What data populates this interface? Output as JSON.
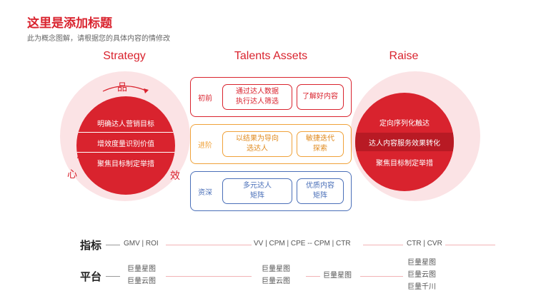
{
  "header": {
    "title": "这里是添加标题",
    "subtitle": "此为概念图解，请根据您的具体内容的情修改"
  },
  "columns": {
    "strategy": "Strategy",
    "talents": "Talents Assets",
    "raise": "Raise"
  },
  "strategy_circle": {
    "chars": {
      "top": "品",
      "left": "心",
      "right": "效"
    },
    "bands": [
      "明确达人营销目标",
      "增效度量识别价值",
      "聚焦目标制定举措"
    ]
  },
  "stages": [
    {
      "label": "初前",
      "items": [
        "通过达人数据\n执行达人筛选",
        "了解好内容"
      ]
    },
    {
      "label": "进阶",
      "items": [
        "以结果为导向\n选达人",
        "敏捷迭代\n探索"
      ]
    },
    {
      "label": "资深",
      "items": [
        "多元达人\n矩阵",
        "优质内容\n矩阵"
      ]
    }
  ],
  "raise_circle": {
    "bands": [
      "定向序列化触达",
      "达人内容服务效果转化",
      "聚焦目标制定举措"
    ]
  },
  "metrics": {
    "label": "指标",
    "values": [
      "GMV | ROI",
      "VV | CPM | CPE -- CPM | CTR",
      "CTR | CVR"
    ]
  },
  "platforms": {
    "label": "平台",
    "groups": [
      "巨量星图\n巨量云图",
      "巨量星图\n巨量云图",
      "巨量星图",
      "巨量星图\n巨量云图\n巨量千川"
    ]
  },
  "colors": {
    "accent": "#d9232e",
    "orange": "#f0a23a",
    "blue": "#4a6fb8",
    "ring": "#fbe3e5"
  }
}
